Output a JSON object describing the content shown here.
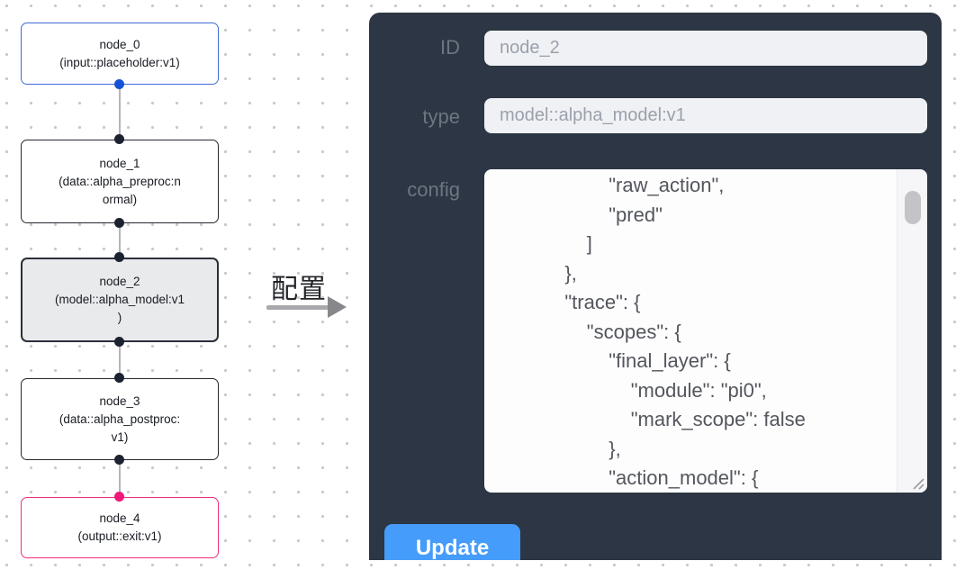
{
  "flow": {
    "nodes": [
      {
        "id": "node_0",
        "lines": [
          "node_0",
          "(input::placeholder:v1)"
        ],
        "border_color": "#3f6bd6",
        "selected": false
      },
      {
        "id": "node_1",
        "lines": [
          "node_1",
          "(data::alpha_preproc:n",
          "ormal)"
        ],
        "border_color": "#23272f",
        "selected": false
      },
      {
        "id": "node_2",
        "lines": [
          "node_2",
          "(model::alpha_model:v1",
          ")"
        ],
        "border_color": "#2a2f3a",
        "background": "#e9eaec",
        "selected": true
      },
      {
        "id": "node_3",
        "lines": [
          "node_3",
          "(data::alpha_postproc:",
          "v1)"
        ],
        "border_color": "#23272f",
        "selected": false
      },
      {
        "id": "node_4",
        "lines": [
          "node_4",
          "(output::exit:v1)"
        ],
        "border_color": "#ed2d80",
        "selected": false
      }
    ],
    "handle_colors": {
      "source_blue": "#1453d6",
      "default_dark": "#1c2230",
      "output_pink": "#f01879"
    }
  },
  "connector": {
    "label": "配置"
  },
  "panel": {
    "background": "#2c3644",
    "fields": [
      {
        "label": "ID",
        "value": "node_2"
      },
      {
        "label": "type",
        "value": "model::alpha_model:v1"
      }
    ],
    "config_label": "config",
    "config_lines": [
      "                    \"raw_action\",",
      "                    \"pred\"",
      "                ]",
      "            },",
      "            \"trace\": {",
      "                \"scopes\": {",
      "                    \"final_layer\": {",
      "                        \"module\": \"pi0\",",
      "                        \"mark_scope\": false",
      "                    },",
      "                    \"action_model\": {"
    ],
    "update_label": "Update",
    "button_color": "#459cfa"
  }
}
